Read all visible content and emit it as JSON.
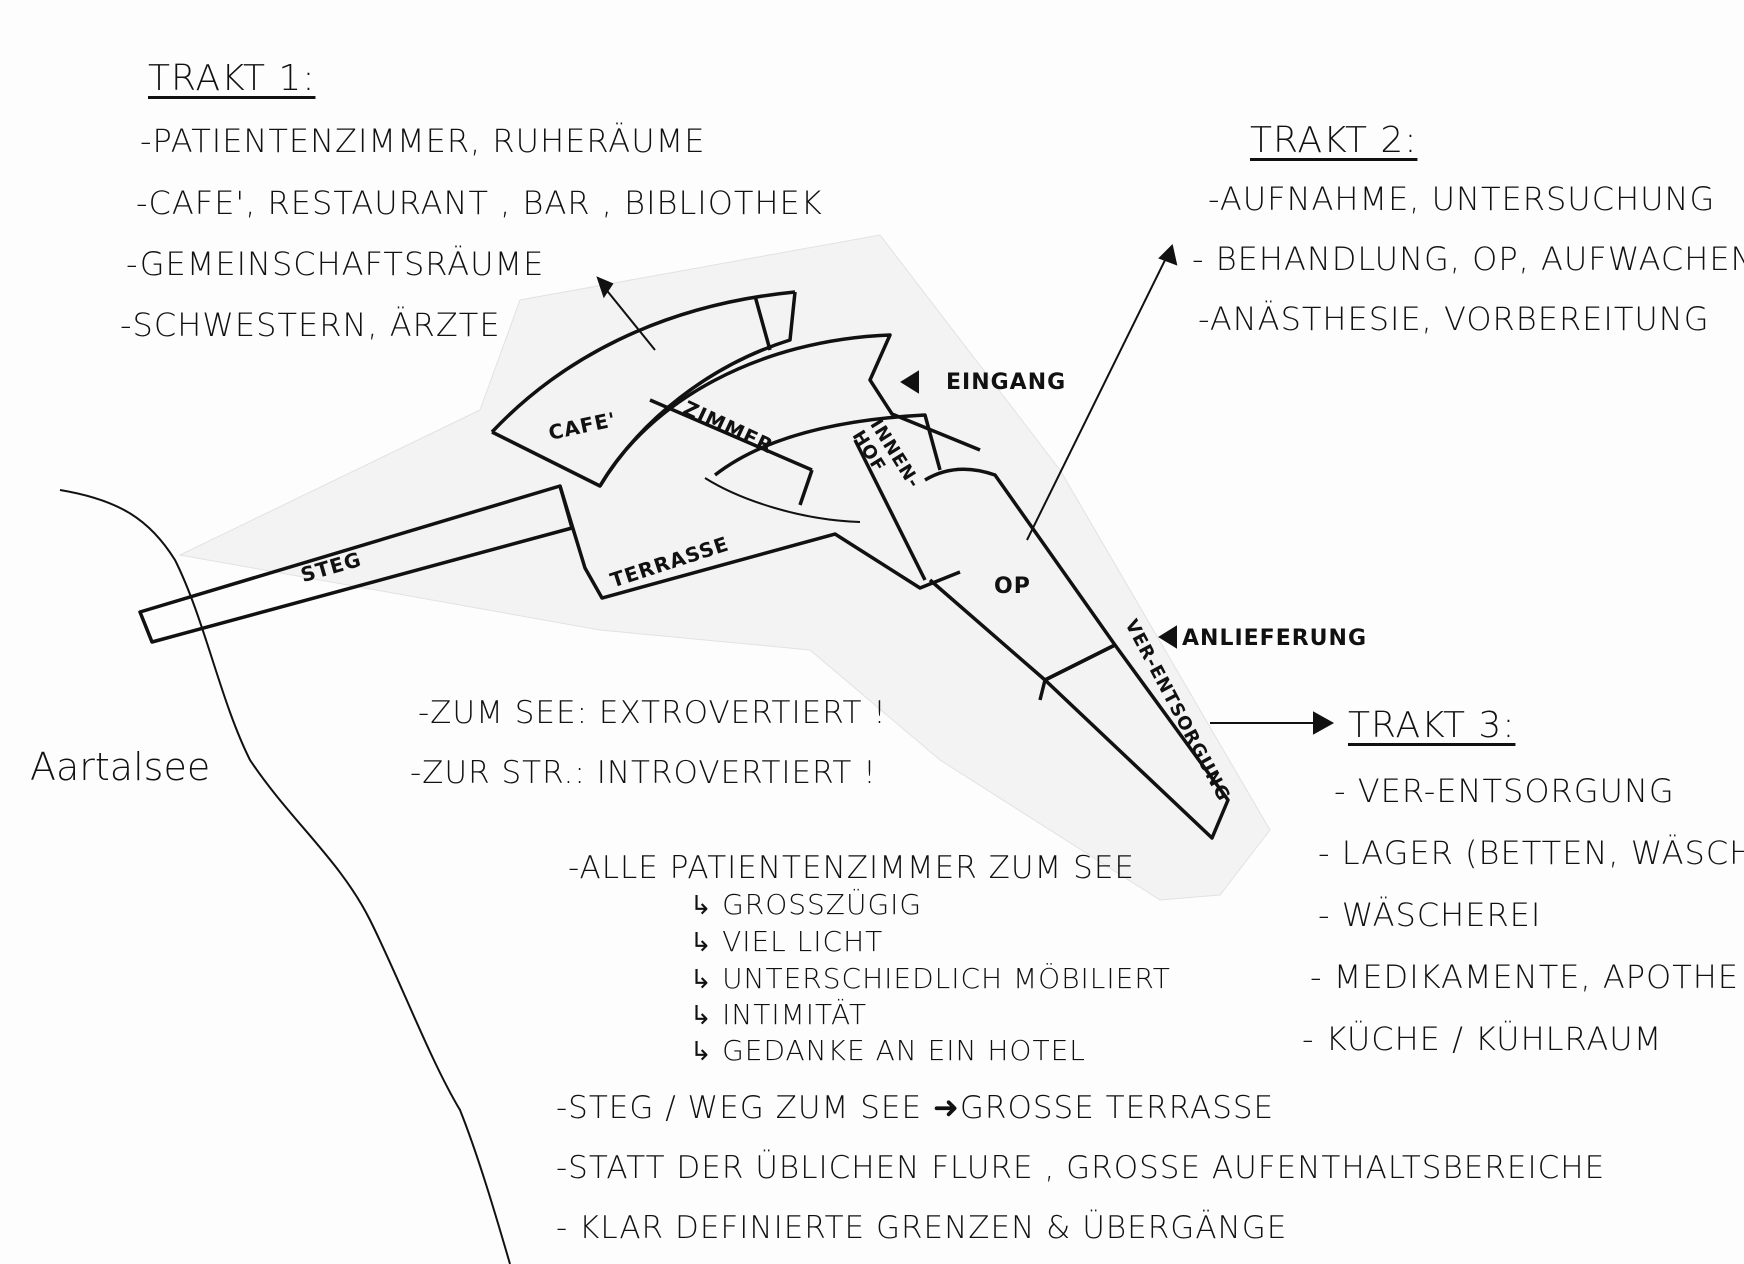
{
  "trakt1": {
    "title": "TRAKT 1:",
    "items": [
      "-PATIENTENZIMMER, RUHERÄUME",
      "-CAFE', RESTAURANT , BAR , BIBLIOTHEK",
      "-GEMEINSCHAFTSRÄUME",
      "-SCHWESTERN, ÄRZTE"
    ]
  },
  "trakt2": {
    "title": "TRAKT 2:",
    "items": [
      "-AUFNAHME, UNTERSUCHUNG",
      "- BEHANDLUNG, OP, AUFWACHEN",
      "-ANÄSTHESIE, VORBEREITUNG"
    ]
  },
  "trakt3": {
    "title": "TRAKT 3:",
    "items": [
      "- VER-ENTSORGUNG",
      "- LAGER (BETTEN, WÄSCHE)",
      "- WÄSCHEREI",
      "- MEDIKAMENTE, APOTHEKE",
      "- KÜCHE / KÜHLRAUM"
    ]
  },
  "plan_labels": {
    "cafe": "CAFE'",
    "zimmer": "ZIMMER",
    "innenhof": "INNEN-HOF",
    "eingang": "EINGANG",
    "steg": "STEG",
    "terrasse": "TERRASSE",
    "op": "OP",
    "anlieferung": "ANLIEFERUNG",
    "ver_entsorgung": "VER-ENTSORGUNG",
    "lake": "Aartalsee"
  },
  "orientation": {
    "see": "-ZUM SEE: EXTROVERTIERT !",
    "strasse": "-ZUR STR.: INTROVERTIERT !"
  },
  "rooms_note": {
    "heading": "-ALLE PATIENTENZIMMER ZUM SEE",
    "bullets": [
      "GROßZÜGIG",
      "VIEL LICHT",
      "UNTERSCHIEDLICH MÖBILIERT",
      "INTIMITÄT",
      "GEDANKE AN EIN HOTEL"
    ]
  },
  "bottom_notes": [
    "-STEG / WEG ZUM SEE  ➜GROSSE TERRASSE",
    "-STATT DER ÜBLICHEN FLURE , GROSSE AUFENTHALTSBEREICHE",
    "- KLAR DEFINIERTE GRENZEN & ÜBERGÄNGE"
  ],
  "colors": {
    "ink": "#111111",
    "paper": "#fdfdfd",
    "overlay": "#f4f4f4"
  }
}
